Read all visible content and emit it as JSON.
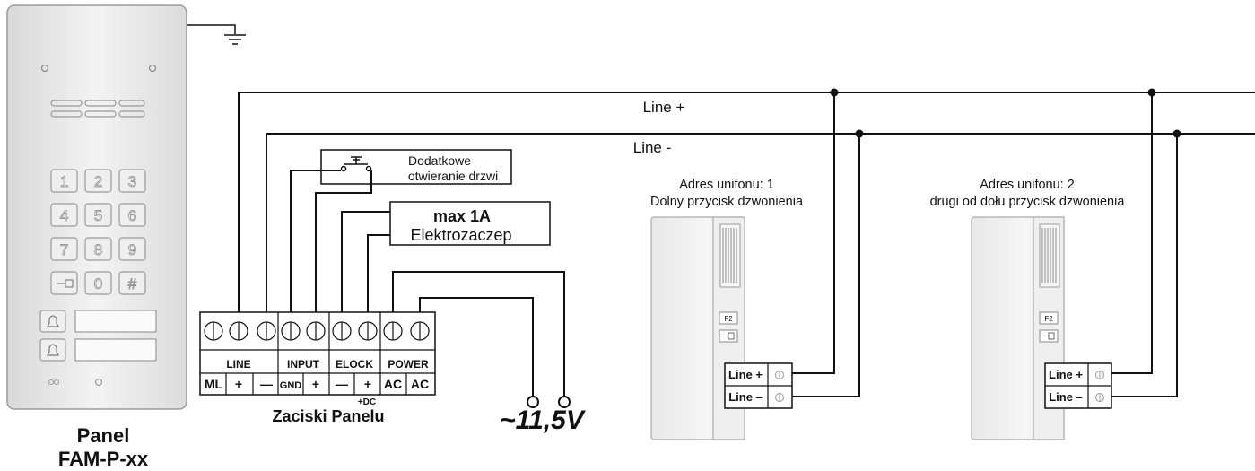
{
  "panel": {
    "title_line1": "Panel",
    "title_line2": "FAM-P-xx",
    "keypad": [
      [
        "1",
        "2",
        "3"
      ],
      [
        "4",
        "5",
        "6"
      ],
      [
        "7",
        "8",
        "9"
      ],
      [
        "key",
        "0",
        "#"
      ]
    ],
    "bell_icons": [
      "bell-icon",
      "bell-icon"
    ]
  },
  "lines": {
    "line_plus": "Line +",
    "line_minus": "Line -"
  },
  "door_button": {
    "label_line1": "Dodatkowe",
    "label_line2": "otwieranie drzwi"
  },
  "elock": {
    "label_line1": "max 1A",
    "label_line2": "Elektrozaczep"
  },
  "terminal_block": {
    "caption": "Zaciski Panelu",
    "groups": [
      "LINE",
      "INPUT",
      "ELOCK",
      "POWER"
    ],
    "pins": [
      "ML",
      "+",
      "—",
      "GND",
      "+",
      "—",
      "+",
      "AC",
      "AC"
    ],
    "dc_note": "+DC"
  },
  "power": {
    "voltage": "~11,5V"
  },
  "handsets": [
    {
      "address_line1": "Adres unifonu: 1",
      "address_line2": "Dolny przycisk dzwonienia",
      "f2": "F2",
      "line_plus": "Line +",
      "line_minus": "Line –"
    },
    {
      "address_line1": "Adres unifonu: 2",
      "address_line2": "drugi od dołu przycisk dzwonienia",
      "f2": "F2",
      "line_plus": "Line +",
      "line_minus": "Line –"
    }
  ]
}
